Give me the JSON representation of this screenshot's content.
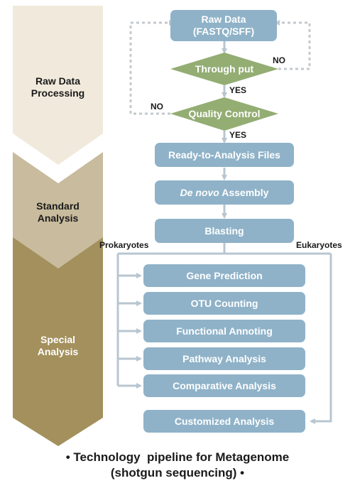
{
  "stages": [
    {
      "label_line1": "Raw Data",
      "label_line2": "Processing",
      "color": "#f1eadc"
    },
    {
      "label_line1": "Standard",
      "label_line2": "Analysis",
      "color": "#c8bb9e"
    },
    {
      "label_line1": "Special",
      "label_line2": "Analysis",
      "color": "#a3905c"
    }
  ],
  "nodes": {
    "raw_data": {
      "line1": "Raw Data",
      "line2": "(FASTQ/SFF)"
    },
    "throughput": "Through put",
    "quality_control": "Quality Control",
    "ready_files": "Ready-to-Analysis Files",
    "assembly": {
      "italic": "De novo",
      "rest": " Assembly"
    },
    "blasting": "Blasting",
    "special": [
      "Gene Prediction",
      "OTU Counting",
      "Functional Annoting",
      "Pathway Analysis",
      "Comparative Analysis"
    ],
    "customized": "Customized Analysis"
  },
  "labels": {
    "no_1": "NO",
    "yes_1": "YES",
    "no_2": "NO",
    "yes_2": "YES",
    "prokaryotes": "Prokaryotes",
    "eukaryotes": "Eukaryotes"
  },
  "caption": {
    "line1": "• Technology  pipeline for Metagenome",
    "line2": "(shotgun sequencing) •"
  },
  "colors": {
    "box": "#8fb2c8",
    "diamond": "#93ad73",
    "arrow": "#b8c6d0",
    "dotted": "#c4c9cd"
  }
}
